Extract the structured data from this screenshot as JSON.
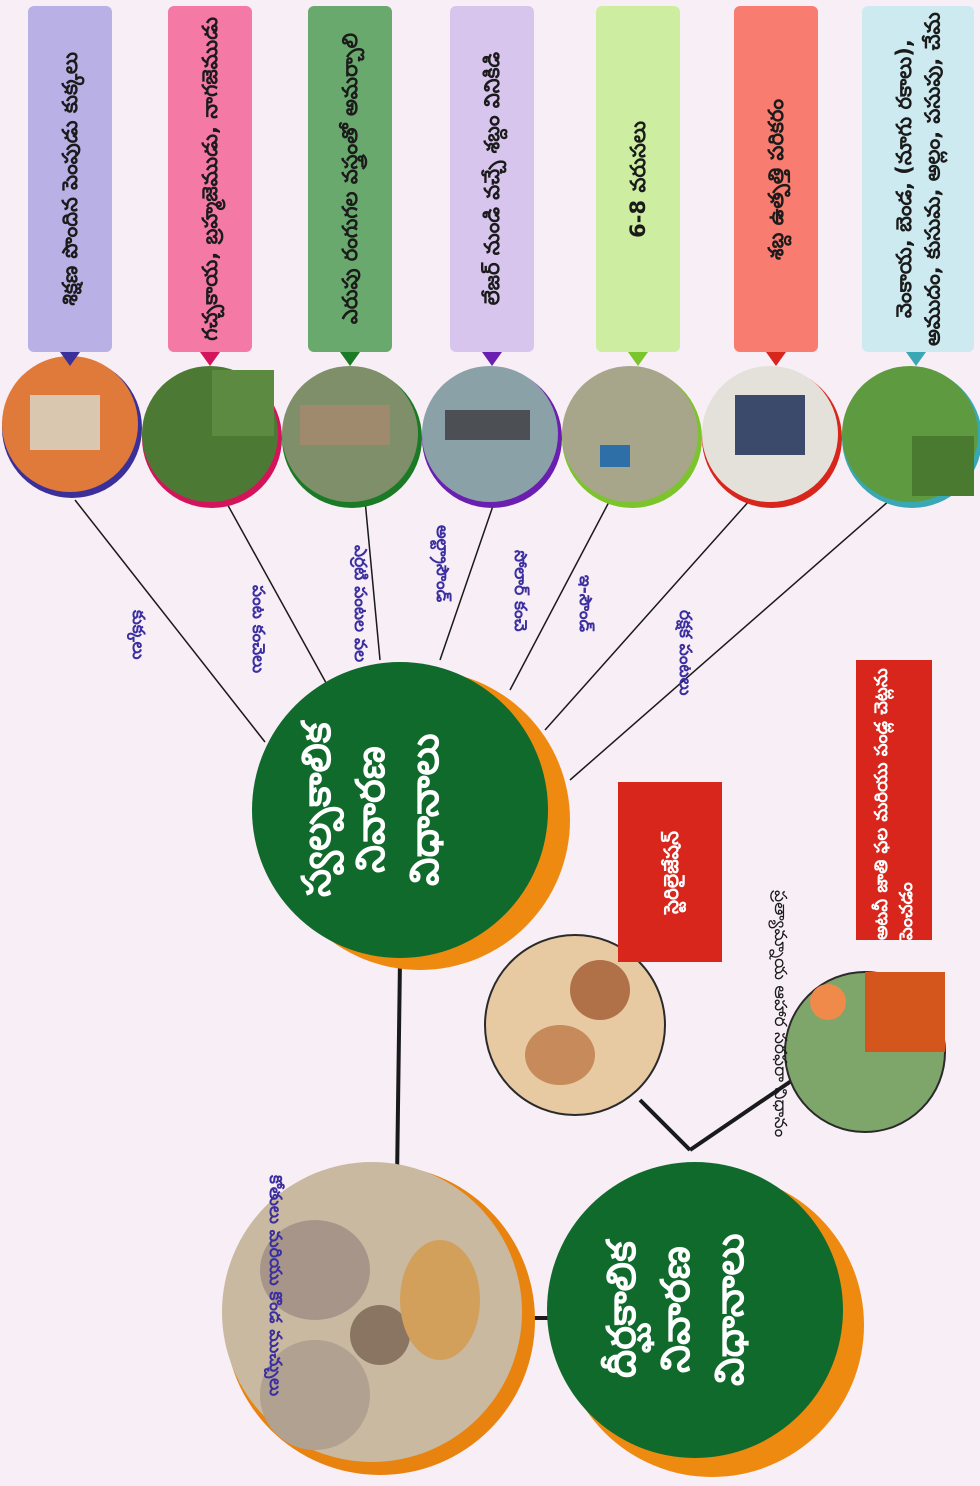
{
  "hubs": {
    "short_term": "స్వల్పకాలిక నివారణ విధానాలు",
    "long_term": "దీర్ఘకాలిక నివారణ విధానాలు"
  },
  "spokes": [
    {
      "label": "కుక్కలు",
      "text": "శిక్షణ పొందిన పెంపుడు కుక్కలు",
      "color": "#b9b1e6",
      "accent": "#3b3099"
    },
    {
      "label": "పంట కంచెలు",
      "text": "గచ్చకాయ, బ్రహ్మజెముడు, నాగజెముడు",
      "color": "#f47aa5",
      "accent": "#d4145a"
    },
    {
      "label": "ఎర్రటి పంటల వల",
      "text": "ఎరుపు రంగుగల వస్త్రంతో అమర్చాలి",
      "color": "#6aa96d",
      "accent": "#1a7a26"
    },
    {
      "label": "అల్ట్రాసౌండ్",
      "text": "లేజర్ నుండి వచ్చే శబ్దం వినికిడి",
      "color": "#d7c5ee",
      "accent": "#6a1fb0"
    },
    {
      "label": "సోలార్ కంచె",
      "text": "6-8 వరుసలు",
      "color": "#cdeea0",
      "accent": "#7cc42b"
    },
    {
      "label": "ఇ-సౌండ్",
      "text": "శబ్ద ఉత్పత్తి పరికరం",
      "color": "#f87c70",
      "accent": "#d8261d"
    },
    {
      "label": "రక్షక పంటలు",
      "text": "వెంకాయ, బెండ, (నూగు రకాలు), అముదం, కుసుమ, అల్లం, పసుపు, చేమ",
      "color": "#cdeaf0",
      "accent": "#3aa7b4"
    }
  ],
  "long_term_items": {
    "tag1": "స్టెరిలైజేషన్",
    "caption2": "ప్రత్యామ్నాయ ఆహార సరఫరా విధానం",
    "tag2": "అటవీ జాతి ఫల మరియు పండ్ల చెట్లను పెంచడం",
    "monkeys_caption": "కోతులు మరియు కొండ ముచ్చులు"
  },
  "colors": {
    "hub_green": "#0f6a2c",
    "hub_shadow": "#ef8a10",
    "line": "#1a1a1a",
    "background": "#f8eef6"
  }
}
